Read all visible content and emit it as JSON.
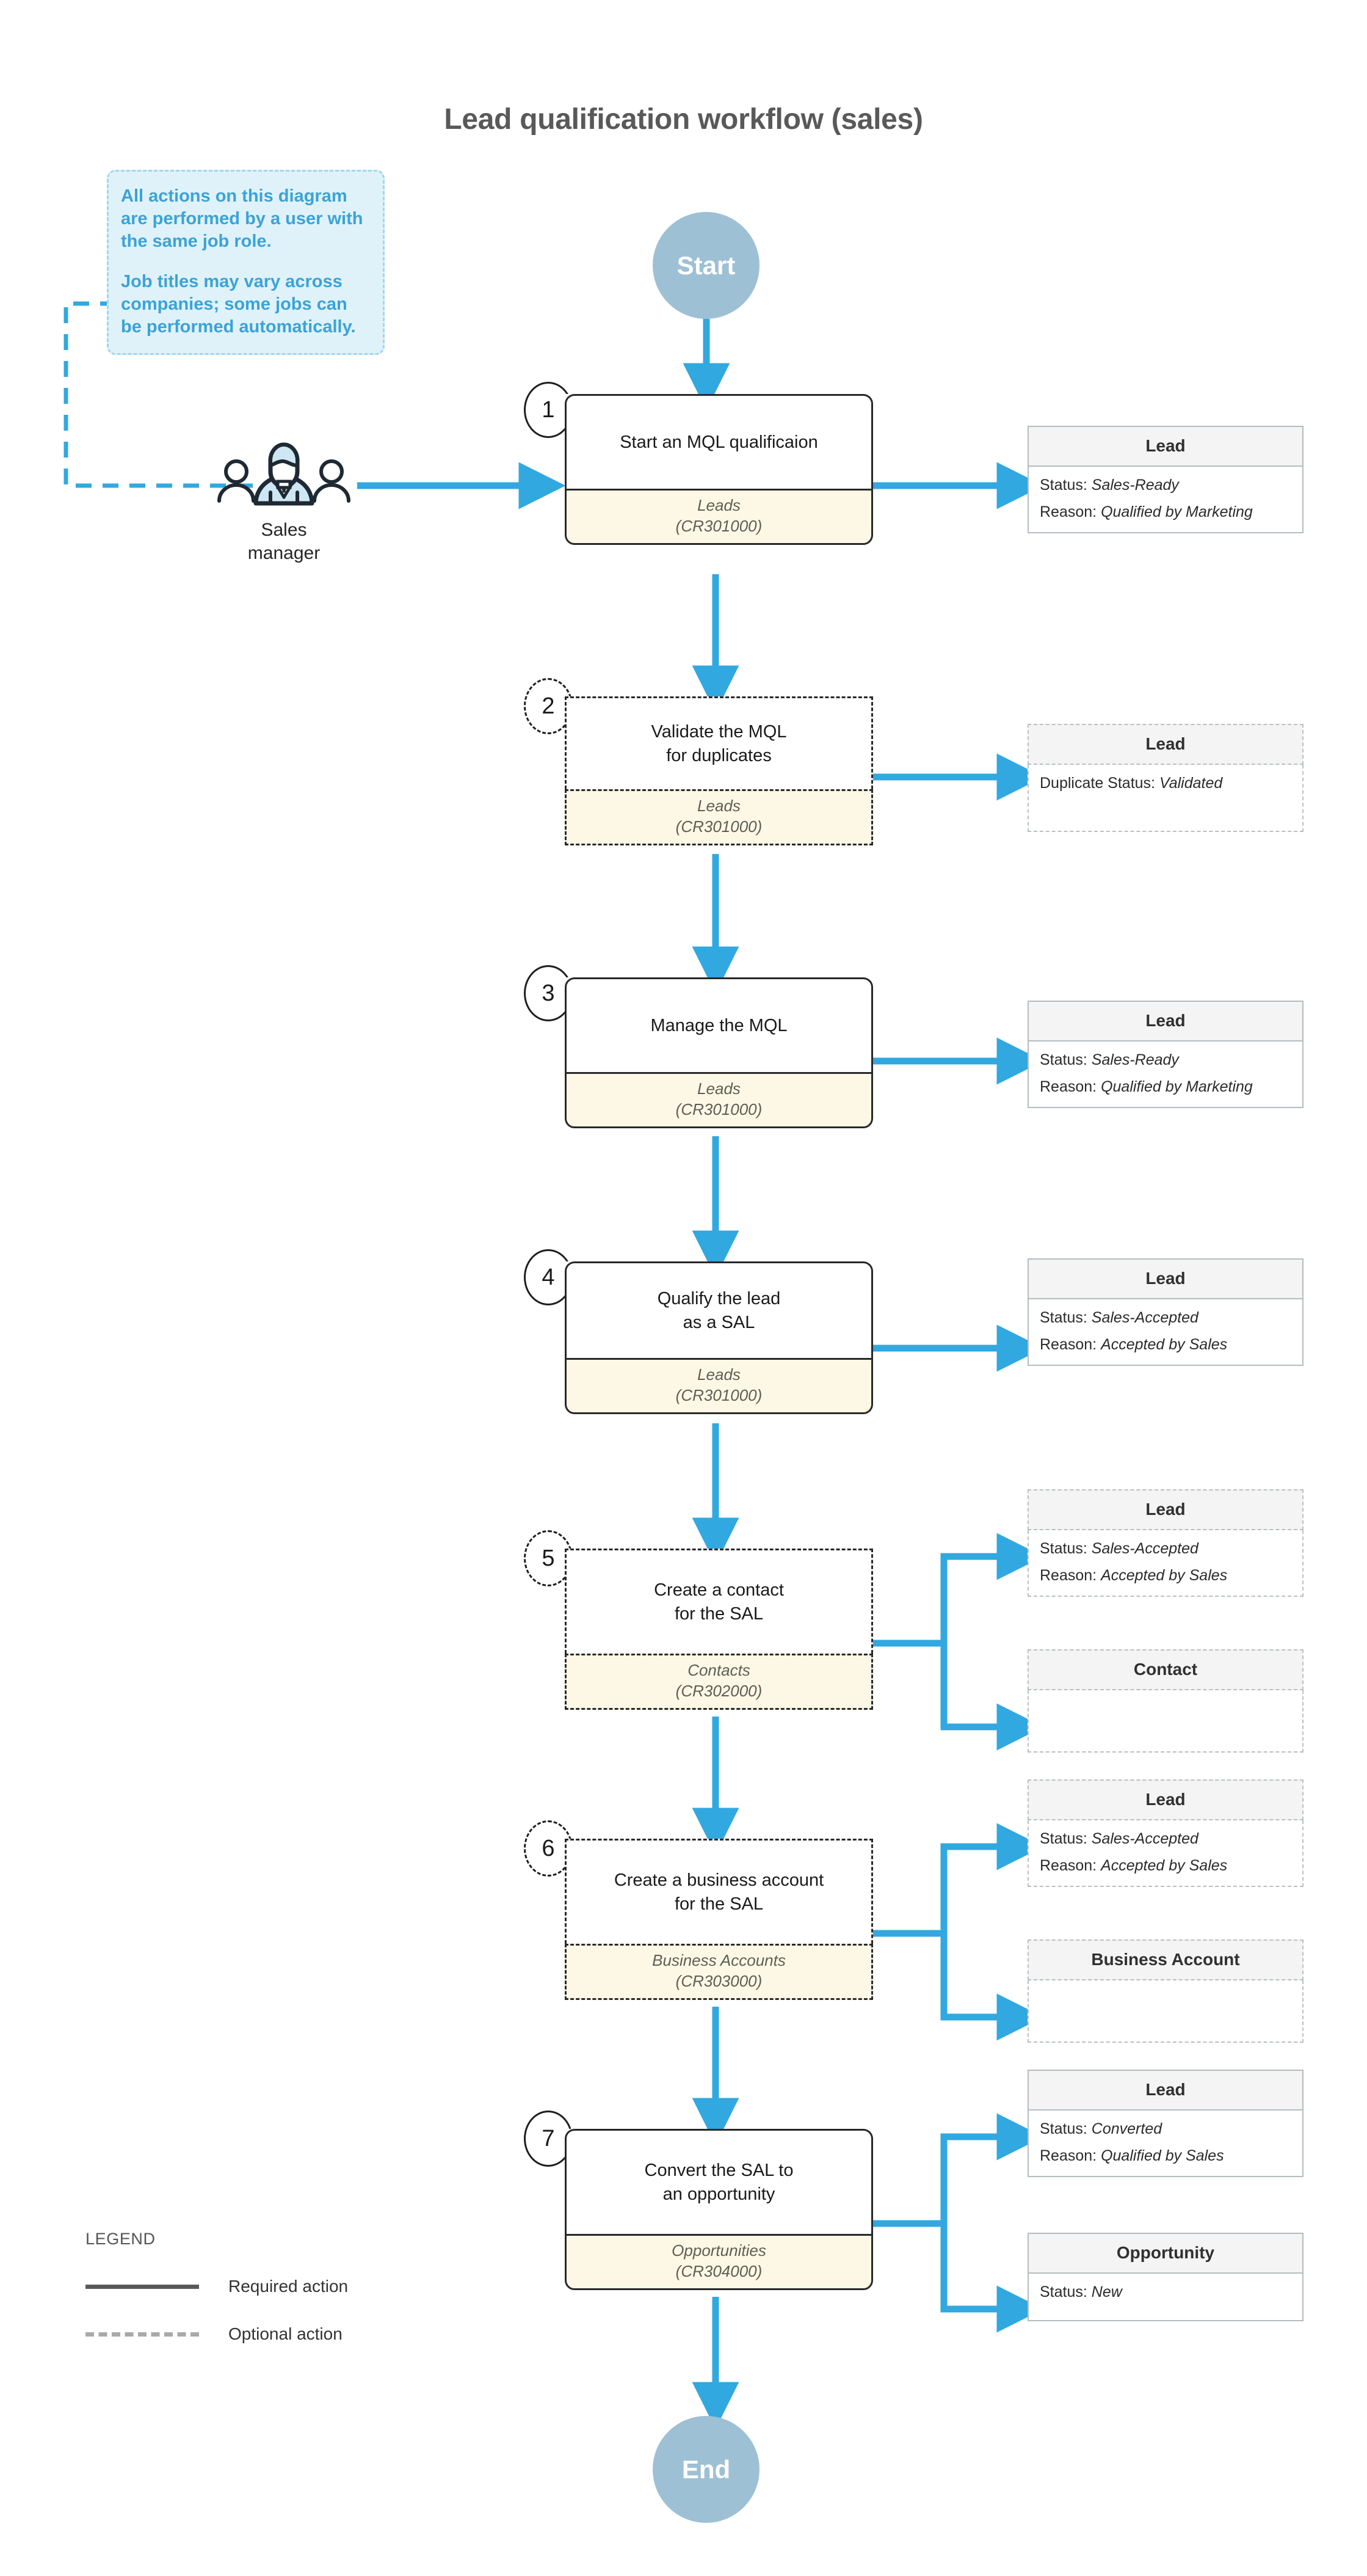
{
  "title": "Lead qualification workflow (sales)",
  "colors": {
    "accent_blue": "#31a8e0",
    "terminator_fill": "#9dc0d4",
    "note_fill": "#e0f2f9",
    "note_text": "#3aa3d8",
    "form_fill": "#fdf8e6",
    "entity_head_fill": "#f4f4f4",
    "title_text": "#595959"
  },
  "note": {
    "paragraph_1": "All actions on this diagram are performed by a user with the same job role.",
    "paragraph_2": "Job titles may vary across companies; some jobs can be performed automatically."
  },
  "actor": {
    "icon": "users-group-icon",
    "label_line_1": "Sales",
    "label_line_2": "manager"
  },
  "terminators": {
    "start": "Start",
    "end": "End"
  },
  "steps": [
    {
      "number": "1",
      "title": "Start an MQL qualificaion",
      "form_name": "Leads",
      "form_id": "(CR301000)",
      "kind": "required"
    },
    {
      "number": "2",
      "title_line_1": "Validate the MQL",
      "title_line_2": "for duplicates",
      "form_name": "Leads",
      "form_id": "(CR301000)",
      "kind": "optional"
    },
    {
      "number": "3",
      "title": "Manage the MQL",
      "form_name": "Leads",
      "form_id": "(CR301000)",
      "kind": "required"
    },
    {
      "number": "4",
      "title_line_1": "Qualify the lead",
      "title_line_2": "as a SAL",
      "form_name": "Leads",
      "form_id": "(CR301000)",
      "kind": "required"
    },
    {
      "number": "5",
      "title_line_1": "Create a contact",
      "title_line_2": "for the SAL",
      "form_name": "Contacts",
      "form_id": "(CR302000)",
      "kind": "optional"
    },
    {
      "number": "6",
      "title_line_1": "Create a business account",
      "title_line_2": "for the SAL",
      "form_name": "Business Accounts",
      "form_id": "(CR303000)",
      "kind": "optional"
    },
    {
      "number": "7",
      "title_line_1": "Convert the SAL to",
      "title_line_2": "an opportunity",
      "form_name": "Opportunities",
      "form_id": "(CR304000)",
      "kind": "required"
    }
  ],
  "entities": [
    {
      "id": "e1",
      "header": "Lead",
      "kind": "solid",
      "rows": [
        {
          "label": "Status:",
          "value": "Sales-Ready"
        },
        {
          "label": "Reason:",
          "value": "Qualified by Marketing"
        }
      ]
    },
    {
      "id": "e2",
      "header": "Lead",
      "kind": "dashed",
      "rows": [
        {
          "label": "Duplicate Status:",
          "value": "Validated"
        }
      ]
    },
    {
      "id": "e3",
      "header": "Lead",
      "kind": "solid",
      "rows": [
        {
          "label": "Status:",
          "value": "Sales-Ready"
        },
        {
          "label": "Reason:",
          "value": "Qualified by Marketing"
        }
      ]
    },
    {
      "id": "e4",
      "header": "Lead",
      "kind": "solid",
      "rows": [
        {
          "label": "Status:",
          "value": "Sales-Accepted"
        },
        {
          "label": "Reason:",
          "value": "Accepted by Sales"
        }
      ]
    },
    {
      "id": "e5a",
      "header": "Lead",
      "kind": "dashed",
      "rows": [
        {
          "label": "Status:",
          "value": "Sales-Accepted"
        },
        {
          "label": "Reason:",
          "value": "Accepted by Sales"
        }
      ]
    },
    {
      "id": "e5b",
      "header": "Contact",
      "kind": "dashed",
      "rows": []
    },
    {
      "id": "e6a",
      "header": "Lead",
      "kind": "dashed",
      "rows": [
        {
          "label": "Status:",
          "value": "Sales-Accepted"
        },
        {
          "label": "Reason:",
          "value": "Accepted by Sales"
        }
      ]
    },
    {
      "id": "e6b",
      "header": "Business Account",
      "kind": "dashed",
      "rows": []
    },
    {
      "id": "e7a",
      "header": "Lead",
      "kind": "solid",
      "rows": [
        {
          "label": "Status:",
          "value": "Converted"
        },
        {
          "label": "Reason:",
          "value": "Qualified by Sales"
        }
      ]
    },
    {
      "id": "e7b",
      "header": "Opportunity",
      "kind": "solid",
      "rows": [
        {
          "label": "Status:",
          "value": "New"
        }
      ]
    }
  ],
  "legend": {
    "title": "LEGEND",
    "items": [
      {
        "style": "solid",
        "label": "Required action"
      },
      {
        "style": "dashed",
        "label": "Optional action"
      }
    ]
  }
}
